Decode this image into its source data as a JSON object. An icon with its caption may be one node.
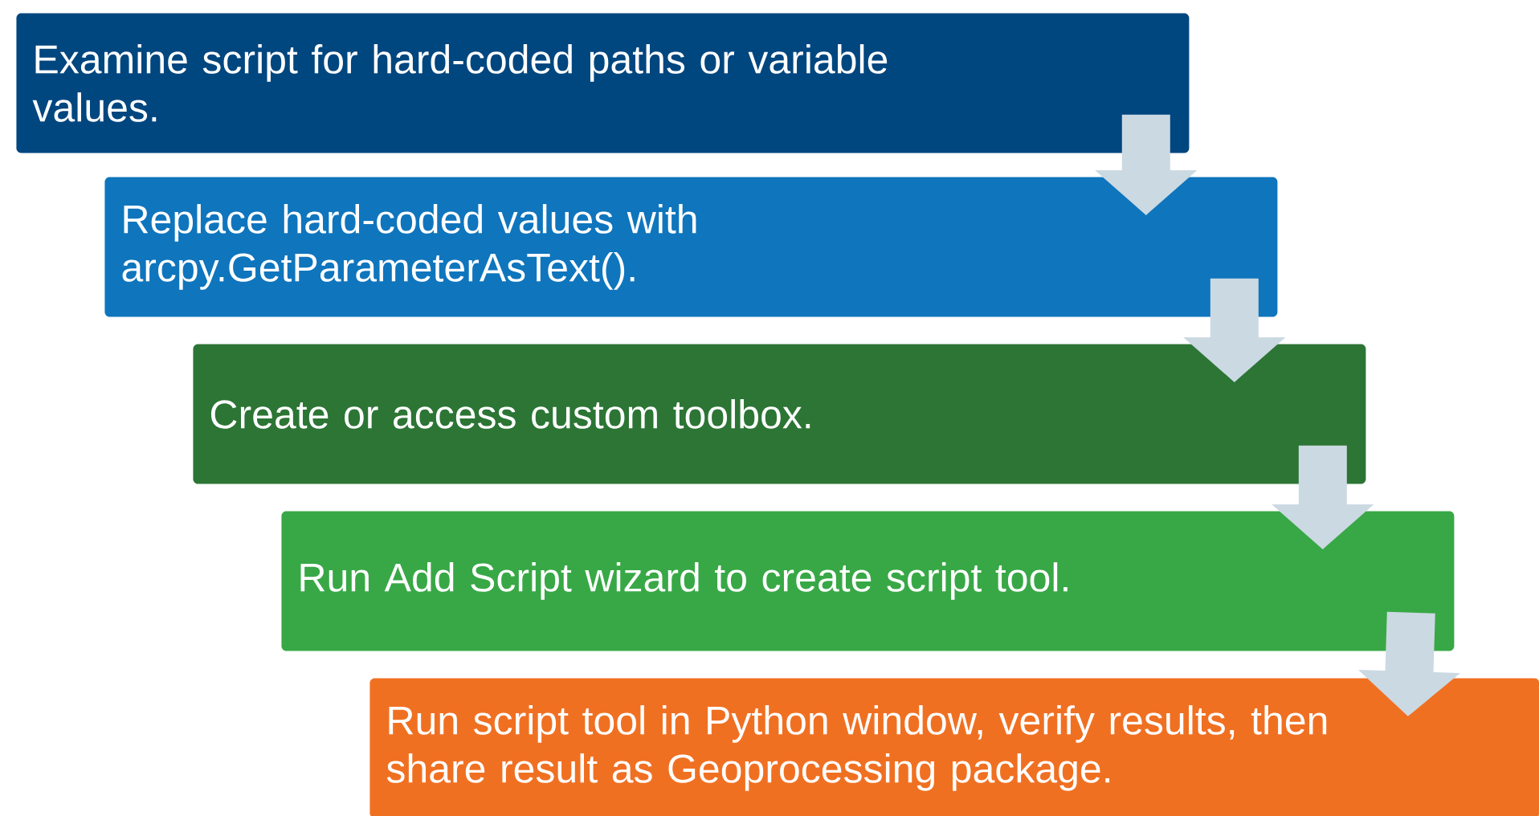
{
  "diagram": {
    "nodes": [
      {
        "text": [
          "Examine script for hard-coded paths or variable values."
        ]
      },
      {
        "text": [
          "Replace hard-coded values with arcpy.GetParameterAsText()."
        ]
      },
      {
        "text": [
          "Create or access custom toolbox."
        ]
      },
      {
        "text": [
          "Run Add Script wizard to create script tool."
        ]
      },
      {
        "text": [
          "Run script tool in Python window, verify results, then share result as Geoprocessing package."
        ]
      }
    ],
    "edges": [
      {
        "from": 0,
        "to": 1,
        "arrow": "to"
      },
      {
        "from": 1,
        "to": 2,
        "arrow": "to"
      },
      {
        "from": 2,
        "to": 3,
        "arrow": "to"
      },
      {
        "from": 3,
        "to": 4,
        "arrow": "to"
      }
    ]
  }
}
